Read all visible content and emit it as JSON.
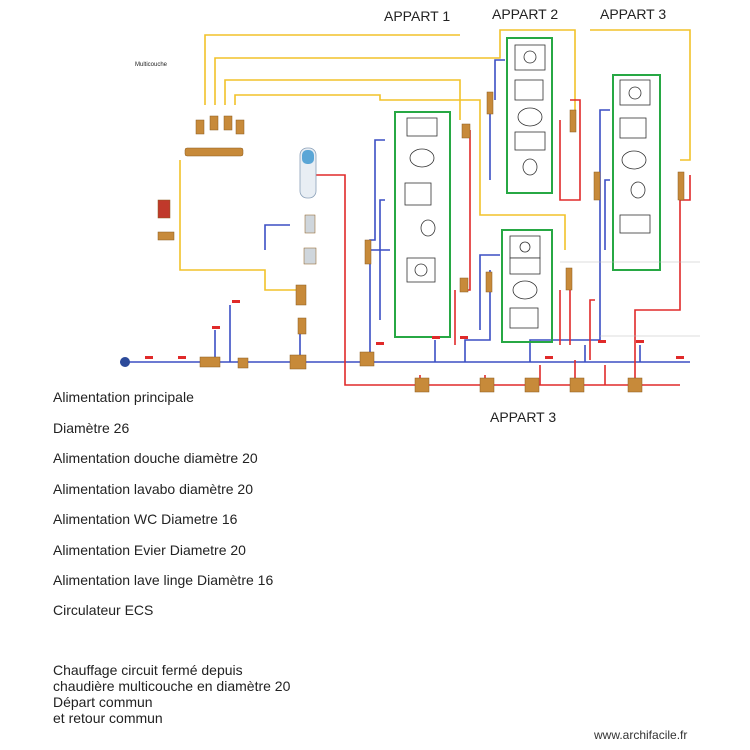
{
  "apartments": {
    "appart1": "APPART 1",
    "appart2": "APPART 2",
    "appart3_top": "APPART 3",
    "appart3_bottom": "APPART 3"
  },
  "diagram_labels": {
    "multicouche": "Multicouche"
  },
  "legend": [
    "Alimentation principale",
    "Diamètre 26",
    "Alimentation douche diamètre 20",
    "Alimentation lavabo diamètre 20",
    "Alimentation WC Diametre 16",
    "Alimentation Evier Diametre 20",
    "Alimentation lave linge Diamètre 16",
    "Circulateur ECS"
  ],
  "note_lines": [
    "Chauffage circuit fermé depuis",
    "chaudière multicouche en diamètre 20",
    "Départ commun",
    "et retour commun"
  ],
  "credit": "www.archifacile.fr",
  "colors": {
    "cold_water": "#3b4fc4",
    "hot_water": "#e02a2a",
    "heating": "#f2c22a",
    "room_border": "#27a844",
    "fitting": "#c78a3a"
  }
}
